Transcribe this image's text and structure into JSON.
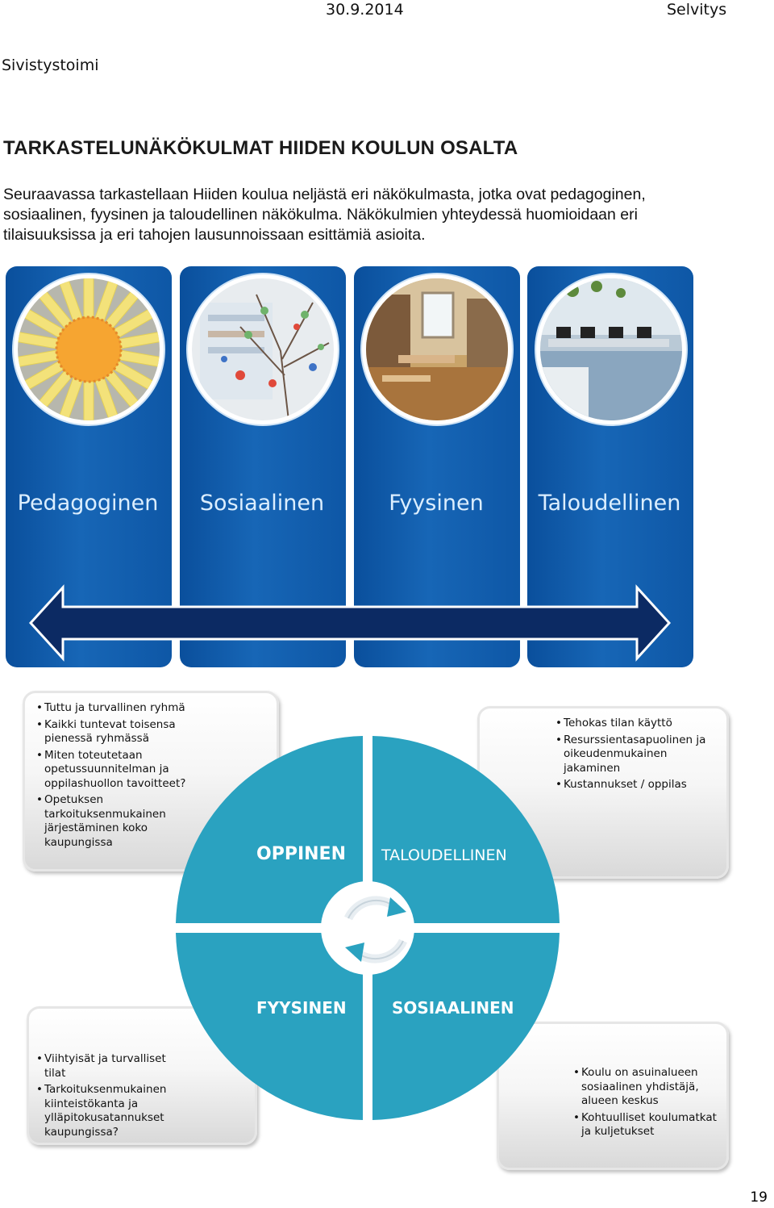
{
  "header": {
    "date": "30.9.2014",
    "doc_type": "Selvitys",
    "department": "Sivistystoimi"
  },
  "title": "TARKASTELUNÄKÖKULMAT HIIDEN KOULUN OSALTA",
  "intro": "Seuraavassa tarkastellaan Hiiden koulua neljästä eri näkökulmasta, jotka ovat pedagoginen, sosiaalinen, fyysinen ja taloudellinen näkökulma. Näkökulmien yhteydessä huomioidaan eri tilaisuuksissa ja eri tahojen lausunnoissaan esittämiä asioita.",
  "perspectives": [
    "Pedagoginen",
    "Sosiaalinen",
    "Fyysinen",
    "Taloudellinen"
  ],
  "quadrants": {
    "top_left": "OPPINEN",
    "top_right": "TALOUDELLINEN",
    "bottom_left": "FYYSINEN",
    "bottom_right": "SOSIAALINEN"
  },
  "boxes": {
    "pedagogical": [
      "Tuttu  ja turvallinen ryhmä",
      "Kaikki tuntevat toisensa pienessä ryhmässä",
      "Miten toteutetaan opetussuunnitelman ja oppilashuollon tavoitteet?",
      "Opetuksen tarkoituksenmukainen järjestäminen koko kaupungissa"
    ],
    "economic": [
      "Tehokas tilan käyttö",
      "Resurssientasapuolinen ja oikeudenmukainen jakaminen",
      "Kustannukset / oppilas"
    ],
    "physical": [
      "Viihtyisät ja turvalliset tilat",
      "Tarkoituksenmukainen kiinteistökanta ja ylläpitokusatannukset kaupungissa?"
    ],
    "social": [
      "Koulu on asuinalueen sosiaalinen yhdistäjä, alueen keskus",
      "Kohtuulliset koulumatkat ja kuljetukset"
    ]
  },
  "page_number": "19",
  "colors": {
    "column_blue": "#1766b6",
    "arrow_navy": "#0c2a63",
    "quadrant_teal": "#2aa2c0"
  }
}
